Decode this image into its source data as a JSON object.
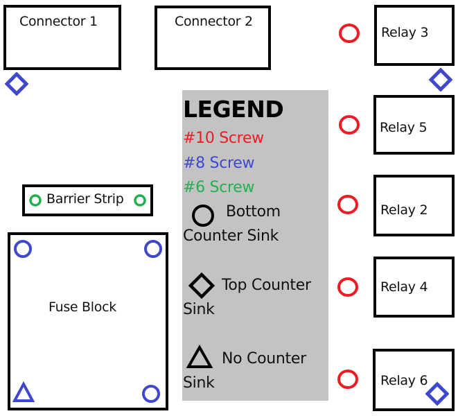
{
  "colors": {
    "screw_10": "#ed1c24",
    "screw_8": "#3f48cc",
    "screw_6": "#22b14c",
    "outline": "#000000",
    "legend_bg": "#c3c3c3"
  },
  "components": {
    "connector_1": "Connector 1",
    "connector_2": "Connector 2",
    "relay_3": "Relay 3",
    "relay_5": "Relay 5",
    "relay_2": "Relay 2",
    "relay_4": "Relay 4",
    "relay_6": "Relay 6",
    "barrier_strip": "Barrier Strip",
    "fuse_block": "Fuse Block"
  },
  "legend": {
    "title": "LEGEND",
    "screw_10": "#10 Screw",
    "screw_8": "#8 Screw",
    "screw_6": "#6 Screw",
    "bottom_line1": "Bottom",
    "bottom_line2": "Counter Sink",
    "top_line1": "Top Counter",
    "top_line2": "Sink",
    "none_line1": "No Counter",
    "none_line2": "Sink"
  }
}
